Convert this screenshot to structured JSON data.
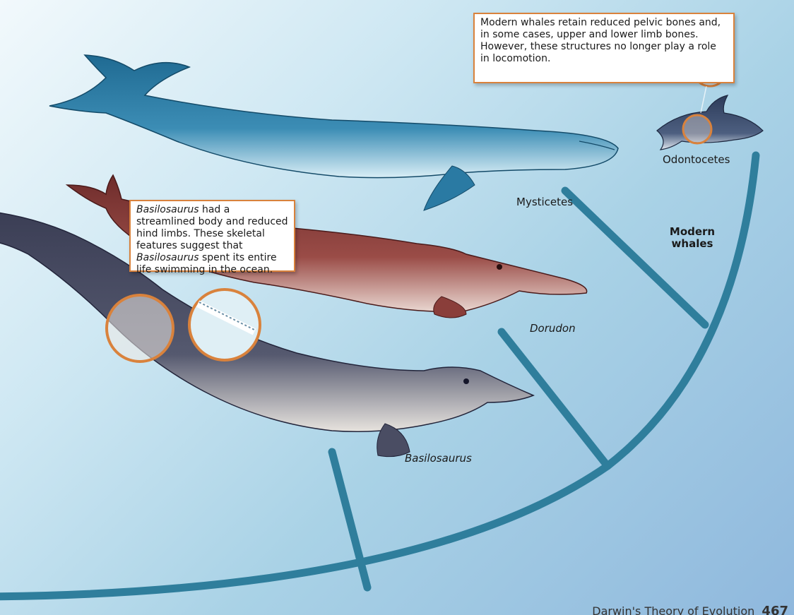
{
  "callouts": {
    "pelvic": "Modern whales retain reduced pelvic bones and, in some cases, upper and lower limb bones. However, these structures no longer play a role in locomotion.",
    "basilosaurus_name": "Basilosaurus",
    "basilosaurus_text_1": " had a streamlined body and reduced hind limbs. These skeletal features suggest that ",
    "basilosaurus_text_2": " spent its entire life swimming in the ocean."
  },
  "labels": {
    "odontocetes": "Odontocetes",
    "mysticetes": "Mysticetes",
    "modern_whales": "Modern whales",
    "dorudon": "Dorudon",
    "basilosaurus": "Basilosaurus"
  },
  "footer": {
    "chapter": "Darwin's Theory of Evolution",
    "page_number": "467"
  },
  "colors": {
    "branch": "#2f7e9c",
    "callout_border": "#d9823c",
    "blue_whale": "#2c7aa0",
    "dorudon": "#8a3e3a",
    "basilosaurus": "#4a4d63",
    "dolphin": "#3a4a6a"
  }
}
